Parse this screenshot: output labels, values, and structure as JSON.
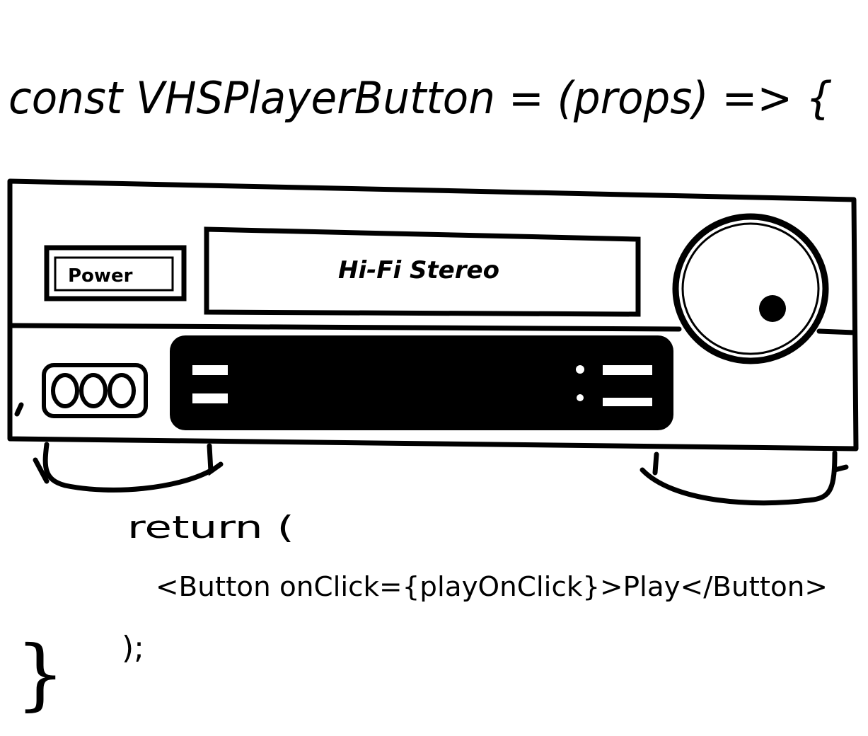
{
  "sketch": {
    "code_top": "const VHSPlayerButton = (props) => {",
    "code_return": "return (",
    "code_button": "<Button onClick={playOnClick}>Play</Button>",
    "code_paren_close": ");",
    "code_brace_close": "}"
  },
  "vcr": {
    "power_label": "Power",
    "display_label": "Hi-Fi Stereo",
    "icon_names": [
      "knob-icon",
      "three-circle-button-icon",
      "cassette-slot-icon"
    ]
  },
  "colors": {
    "ink": "#000000",
    "paper": "#ffffff"
  }
}
